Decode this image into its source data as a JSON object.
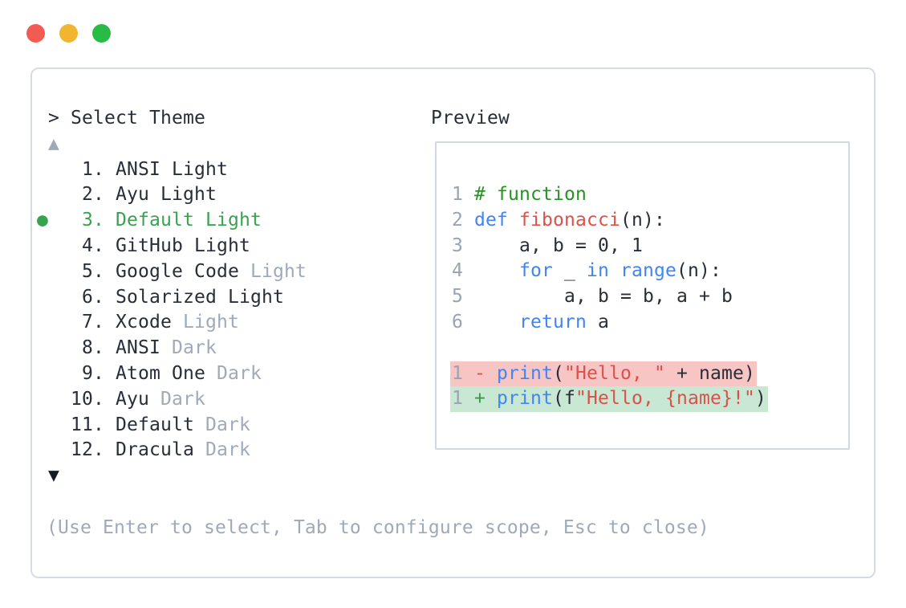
{
  "colors": {
    "panel_border": "#d7dbe3",
    "preview_border": "#d3d7df",
    "text": "#282e37",
    "dim_text": "#9fa9b9",
    "line_number": "#9aa3af",
    "selected_green": "#37a34f",
    "comment_green": "#259423",
    "keyword_blue": "#4184f4",
    "function_red": "#dc5249",
    "string_red": "#d9514d",
    "diff_del_bg": "#f8c5c5",
    "diff_add_bg": "#c9e8d3",
    "diff_add_green": "#2f9e44",
    "scroll_down_dark": "#171c24",
    "traffic_red": "#f15b52",
    "traffic_yellow": "#f2b52f",
    "traffic_green": "#2abb47"
  },
  "traffic_lights": [
    {
      "name": "close",
      "color": "#f15b52"
    },
    {
      "name": "minimize",
      "color": "#f2b52f"
    },
    {
      "name": "maximize",
      "color": "#2abb47"
    }
  ],
  "theme_picker": {
    "prompt": ">",
    "title": "Select Theme",
    "scroll_up": "▲",
    "scroll_down": "▼",
    "selected_indicator": "●",
    "items": [
      {
        "number": 1,
        "label": "ANSI Light",
        "dim_suffix": null,
        "selected": false
      },
      {
        "number": 2,
        "label": "Ayu Light",
        "dim_suffix": null,
        "selected": false
      },
      {
        "number": 3,
        "label": "Default Light",
        "dim_suffix": null,
        "selected": true
      },
      {
        "number": 4,
        "label": "GitHub Light",
        "dim_suffix": null,
        "selected": false
      },
      {
        "number": 5,
        "label": "Google Code",
        "dim_suffix": "Light",
        "selected": false
      },
      {
        "number": 6,
        "label": "Solarized Light",
        "dim_suffix": null,
        "selected": false
      },
      {
        "number": 7,
        "label": "Xcode",
        "dim_suffix": "Light",
        "selected": false
      },
      {
        "number": 8,
        "label": "ANSI",
        "dim_suffix": "Dark",
        "selected": false
      },
      {
        "number": 9,
        "label": "Atom One",
        "dim_suffix": "Dark",
        "selected": false
      },
      {
        "number": 10,
        "label": "Ayu",
        "dim_suffix": "Dark",
        "selected": false
      },
      {
        "number": 11,
        "label": "Default",
        "dim_suffix": "Dark",
        "selected": false
      },
      {
        "number": 12,
        "label": "Dracula",
        "dim_suffix": "Dark",
        "selected": false
      }
    ],
    "footer_hint": "(Use Enter to select, Tab to configure scope, Esc to close)"
  },
  "preview": {
    "title": "Preview",
    "code_lines": [
      {
        "num": "1",
        "diff": null,
        "tokens": [
          [
            "# function",
            "comment"
          ]
        ]
      },
      {
        "num": "2",
        "diff": null,
        "tokens": [
          [
            "def",
            "keyword"
          ],
          [
            " ",
            "plain"
          ],
          [
            "fibonacci",
            "function"
          ],
          [
            "(n):",
            "plain"
          ]
        ]
      },
      {
        "num": "3",
        "diff": null,
        "tokens": [
          [
            "    a, b = 0, 1",
            "plain"
          ]
        ]
      },
      {
        "num": "4",
        "diff": null,
        "tokens": [
          [
            "    ",
            "plain"
          ],
          [
            "for",
            "keyword"
          ],
          [
            " _ ",
            "plain"
          ],
          [
            "in",
            "keyword"
          ],
          [
            " ",
            "plain"
          ],
          [
            "range",
            "keyword"
          ],
          [
            "(n):",
            "plain"
          ]
        ]
      },
      {
        "num": "5",
        "diff": null,
        "tokens": [
          [
            "        a, b = b, a + b",
            "plain"
          ]
        ]
      },
      {
        "num": "6",
        "diff": null,
        "tokens": [
          [
            "    ",
            "plain"
          ],
          [
            "return",
            "keyword"
          ],
          [
            " a",
            "plain"
          ]
        ]
      },
      {
        "num": "",
        "diff": null,
        "tokens": []
      },
      {
        "num": "1",
        "diff": "del",
        "tokens": [
          [
            "-",
            "diff-del-marker"
          ],
          [
            " ",
            "plain"
          ],
          [
            "print",
            "keyword"
          ],
          [
            "(",
            "plain"
          ],
          [
            "\"Hello, \"",
            "string"
          ],
          [
            " + name)",
            "plain"
          ]
        ]
      },
      {
        "num": "1",
        "diff": "add",
        "tokens": [
          [
            "+",
            "diff-add-marker"
          ],
          [
            " ",
            "plain"
          ],
          [
            "print",
            "keyword"
          ],
          [
            "(f",
            "plain"
          ],
          [
            "\"Hello, {name}!\"",
            "string"
          ],
          [
            ")",
            "plain"
          ]
        ]
      }
    ]
  }
}
